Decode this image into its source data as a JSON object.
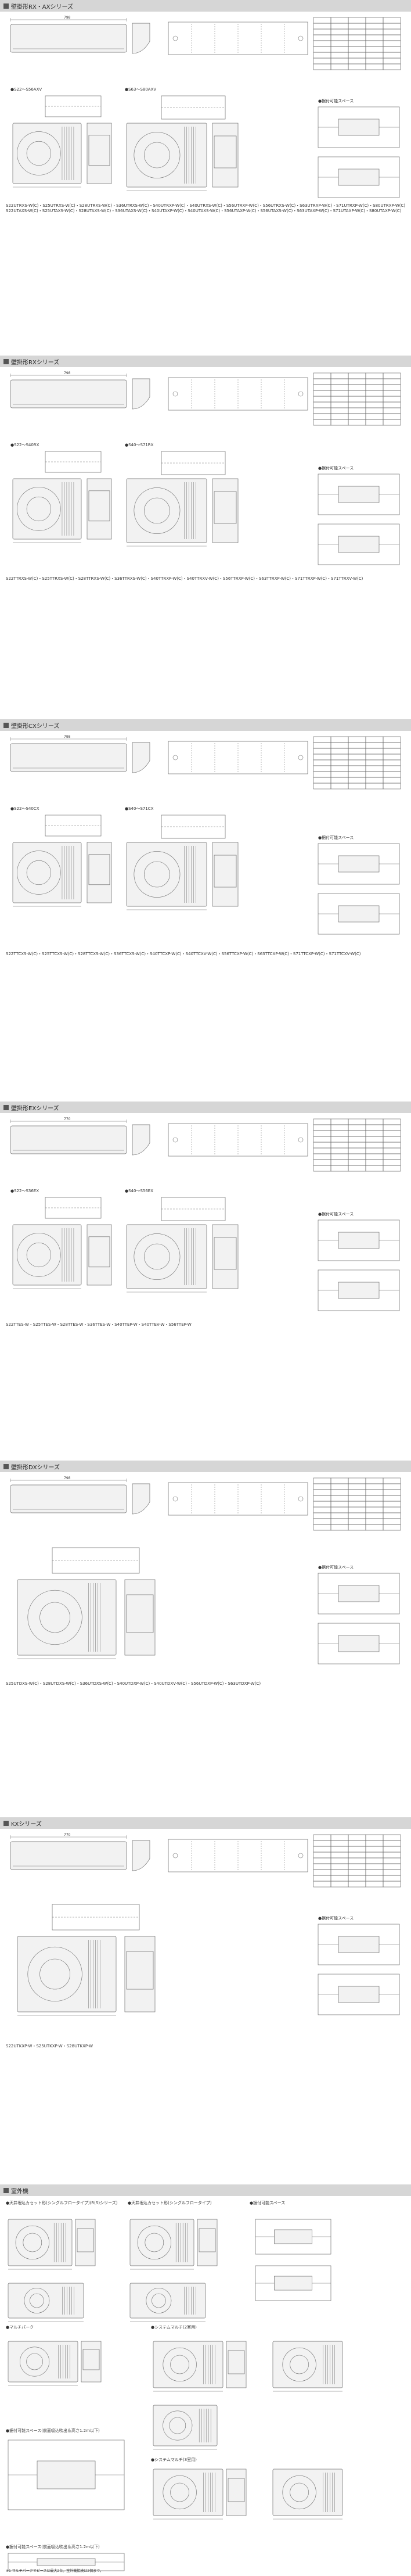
{
  "sections": [
    {
      "header": "壁掛形RX・AXシリーズ",
      "outdoor_label_a": "●S22～S56AXV",
      "outdoor_label_b": "●S63～S80AXV",
      "space_title": "●据付可能スペース",
      "models": "S22UTRXS-W(C)・S25UTRXS-W(C)・S28UTRXS-W(C)・S36UTRXS-W(C)・S40UTRXP-W(C)・S40UTRXS-W(C)・S56UTRXP-W(C)・S56UTRXS-W(C)・S63UTRXP-W(C)・S71UTRXP-W(C)・S80UTRXP-W(C)\nS22UTAXS-W(C)・S25UTAXS-W(C)・S28UTAXS-W(C)・S36UTAXS-W(C)・S40UTAXP-W(C)・S40UTAXS-W(C)・S56UTAXP-W(C)・S56UTAXS-W(C)・S63UTAXP-W(C)・S71UTAXP-W(C)・S80UTAXP-W(C)",
      "dim_width": "798"
    },
    {
      "header": "壁掛形RXシリーズ",
      "outdoor_label_a": "●S22～S40RX",
      "outdoor_label_b": "●S40～S71RX",
      "space_title": "●据付可能スペース",
      "models": "S22TTRXS-W(C)・S25TTRXS-W(C)・S28TTRXS-W(C)・S36TTRXS-W(C)・S40TTRXP-W(C)・S40TTRXV-W(C)・S56TTRXP-W(C)・S63TTRXP-W(C)・S71TTRXP-W(C)・S71TTRXV-W(C)",
      "dim_width": "798"
    },
    {
      "header": "壁掛形CXシリーズ",
      "outdoor_label_a": "●S22～S40CX",
      "outdoor_label_b": "●S40～S71CX",
      "space_title": "●据付可能スペース",
      "models": "S22TTCXS-W(C)・S25TTCXS-W(C)・S28TTCXS-W(C)・S36TTCXS-W(C)・S40TTCXP-W(C)・S40TTCXV-W(C)・S56TTCXP-W(C)・S63TTCXP-W(C)・S71TTCXP-W(C)・S71TTCXV-W(C)",
      "dim_width": "798"
    },
    {
      "header": "壁掛形EXシリーズ",
      "outdoor_label_a": "●S22～S36EX",
      "outdoor_label_b": "●S40～S56EX",
      "space_title": "●据付可能スペース",
      "models": "S22TTES-W・S25TTES-W・S28TTES-W・S36TTES-W・S40TTEP-W・S40TTEV-W・S56TTEP-W",
      "dim_width": "770"
    },
    {
      "header": "壁掛形DXシリーズ",
      "outdoor_label_a": "",
      "outdoor_label_b": "",
      "space_title": "●据付可能スペース",
      "models": "S25UTDXS-W(C)・S28UTDXS-W(C)・S36UTDXS-W(C)・S40UTDXP-W(C)・S40UTDXV-W(C)・S56UTDXP-W(C)・S63UTDXP-W(C)",
      "dim_width": "798"
    },
    {
      "header": "KXシリーズ",
      "outdoor_label_a": "",
      "outdoor_label_b": "",
      "space_title": "●据付可能スペース",
      "models": "S22UTKXP-W・S25UTKXP-W・S28UTKXP-W",
      "dim_width": "770"
    },
    {
      "header": "室外機",
      "items": [
        "●天井埋込カセット形(シングルフロータイプ)(R(S)シリーズ)",
        "●天井埋込カセット形(シングルフロータイプ)",
        "●据付可能スペース",
        "●マルチパーク",
        "●システムマルチ(2室用)",
        "●据付可能スペース(前面吸込吹出＆高さ1.2m以下)",
        "●システムマルチ(3室用)",
        "●据付可能スペース(前面吸込吹出＆高さ1.2m以下)"
      ],
      "footnote": "※1 マルチパークでピースは最大2台。室外機接続は2個まで。"
    }
  ],
  "colors": {
    "header_bg": "#d6d6d6",
    "line": "#6a6a6a",
    "fill": "#f2f2f2"
  }
}
